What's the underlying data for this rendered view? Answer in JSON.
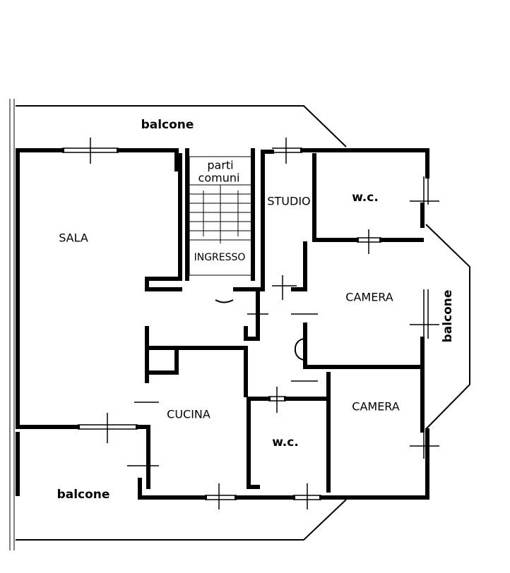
{
  "title": "Floor plan",
  "rooms": {
    "balcone_top": "balcone",
    "parti_comuni_1": "parti",
    "parti_comuni_2": "comuni",
    "studio": "STUDIO",
    "wc_top": "w.c.",
    "sala": "SALA",
    "ingresso": "INGRESSO",
    "camera_top": "CAMERA",
    "balcone_right": "balcone",
    "cucina": "CUCINA",
    "camera_bottom": "CAMERA",
    "wc_bottom": "w.c.",
    "balcone_bottom": "balcone"
  }
}
